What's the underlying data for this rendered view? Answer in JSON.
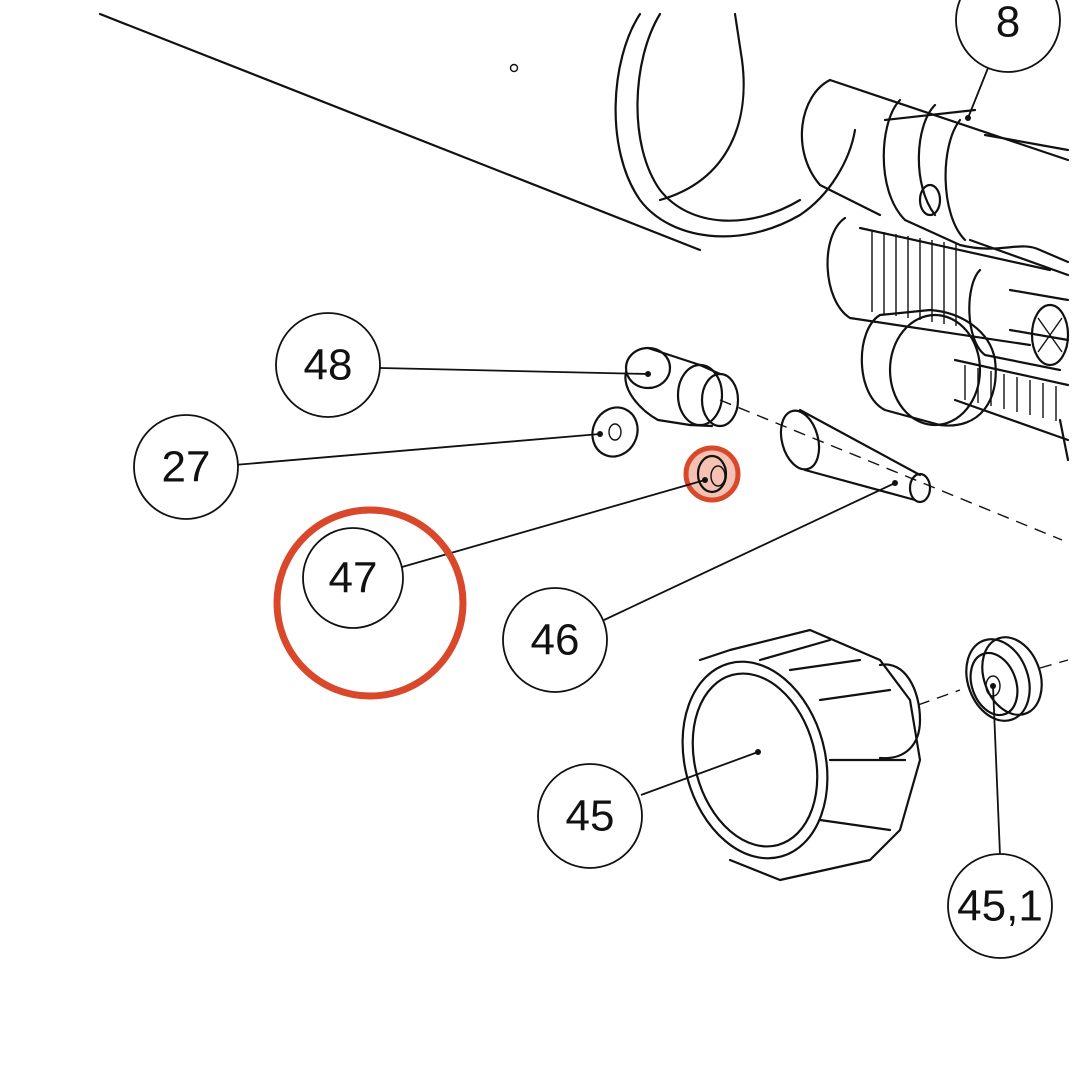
{
  "callouts": [
    {
      "id": "8",
      "label": "8"
    },
    {
      "id": "48",
      "label": "48"
    },
    {
      "id": "27",
      "label": "27"
    },
    {
      "id": "47",
      "label": "47"
    },
    {
      "id": "46",
      "label": "46"
    },
    {
      "id": "45",
      "label": "45"
    },
    {
      "id": "45_1",
      "label": "45,1"
    }
  ],
  "highlight": {
    "target": "47",
    "color": "#d9482b",
    "fill": "#f2b6a4"
  }
}
